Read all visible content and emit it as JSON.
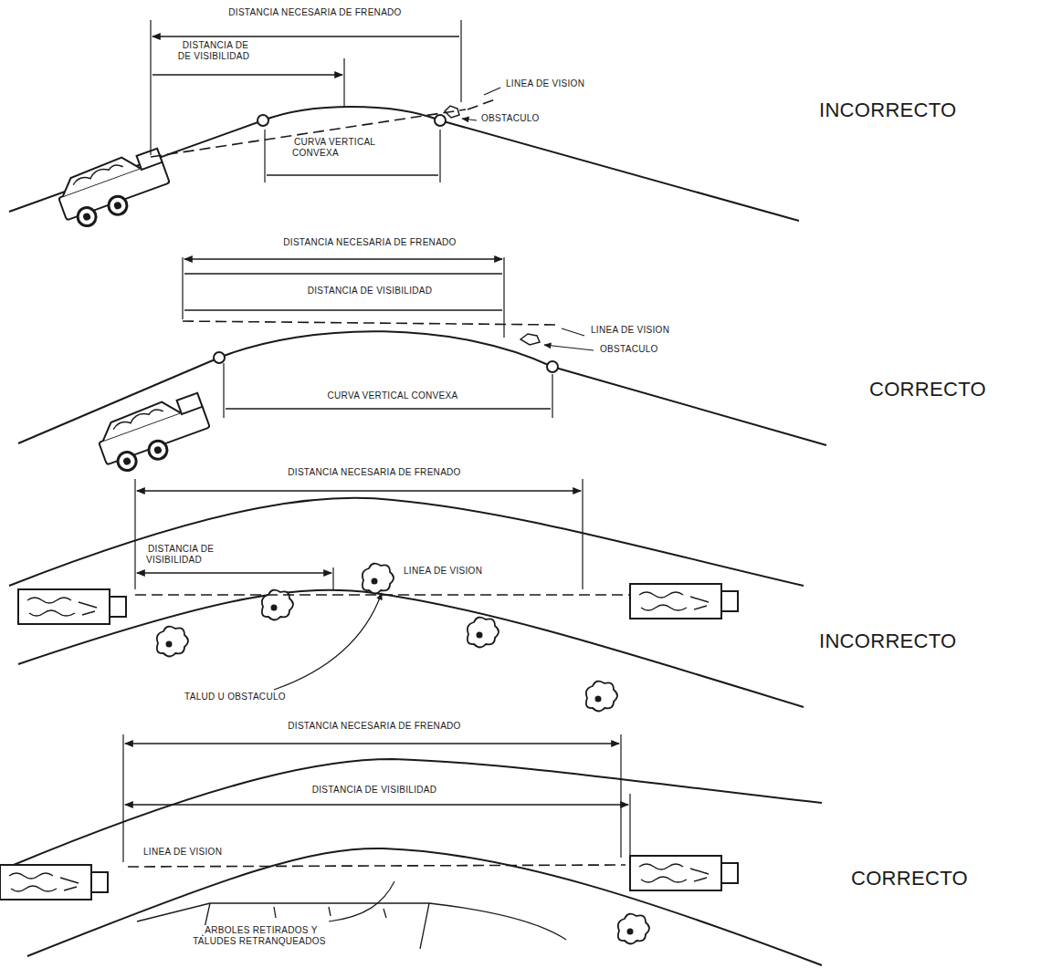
{
  "diagram": {
    "labels": [
      "DISTANCIA NECESARIA DE FRENADO",
      "DISTANCIA DE DE VISIBILIDAD",
      "LINEA DE VISION",
      "OBSTACULO",
      "CURVA VERTICAL CONVEXA",
      "INCORRECTO",
      "DISTANCIA NECESARIA DE FRENADO",
      "DISTANCIA DE VISIBILIDAD",
      "LINEA DE VISION",
      "OBSTACULO",
      "CURVA VERTICAL CONVEXA",
      "CORRECTO",
      "DISTANCIA NECESARIA DE FRENADO",
      "DISTANCIA DE VISIBILIDAD",
      "LINEA DE VISION",
      "TALUD U OBSTACULO",
      "INCORRECTO",
      "DISTANCIA NECESARIA DE FRENADO",
      "DISTANCIA DE VISIBILIDAD",
      "LINEA DE VISION",
      "ARBOLES RETIRADOS Y TALUDES RETRANQUEADOS",
      "CORRECTO"
    ]
  }
}
